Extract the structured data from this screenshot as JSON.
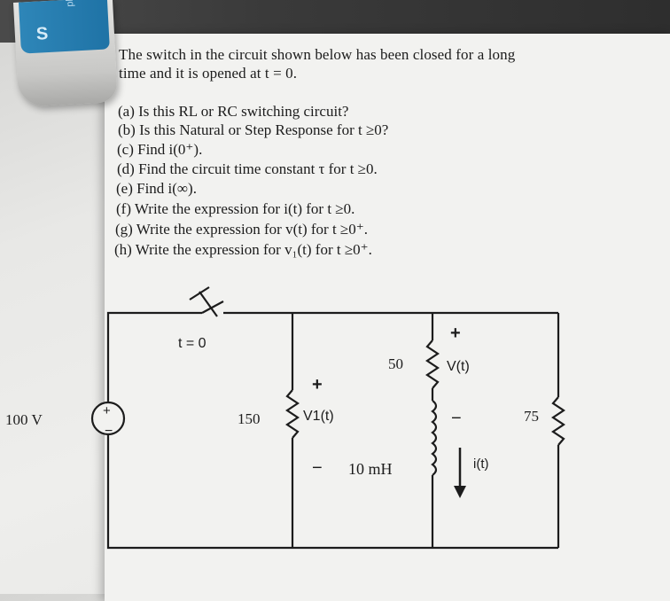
{
  "eraser": {
    "brand": "plasti",
    "logo": "S"
  },
  "problem": {
    "intro_line1": "The switch in the circuit shown below has been closed for a long",
    "intro_line2": "time and it is opened at t = 0.",
    "questions": [
      "(a) Is this RL or RC switching circuit?",
      "(b) Is this Natural or Step Response for t ≥0?",
      "(c) Find i(0⁺).",
      "(d) Find the circuit time constant τ for t ≥0.",
      "(e) Find i(∞).",
      "(f)  Write the expression for i(t) for t ≥0.",
      "(g) Write the expression for v(t) for t ≥0⁺.",
      "(h) Write the expression for v₁(t) for t ≥0⁺."
    ]
  },
  "circuit": {
    "source_label": "100 V",
    "source_plus": "+",
    "source_minus": "−",
    "switch_label": "t = 0",
    "r150_label": "150",
    "v1_plus": "+",
    "v1_label": "V1(t)",
    "v1_minus": "−",
    "r50_label": "50",
    "inductor_label": "10 mH",
    "v_plus": "+",
    "v_label": "V(t)",
    "v_minus": "−",
    "i_label": "i(t)",
    "r75_label": "75"
  }
}
